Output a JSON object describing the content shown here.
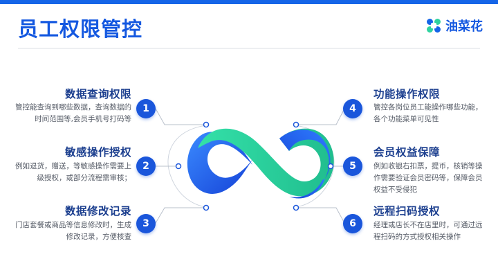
{
  "page": {
    "title": "员工权限管控",
    "brand_name": "油菜花"
  },
  "features": [
    {
      "num": "1",
      "title": "数据查询权限",
      "desc": "管控能查询到哪些数据，查询数据的时间范围等,会员手机号打码等"
    },
    {
      "num": "2",
      "title": "敏感操作授权",
      "desc": "例如退货，赠送，等敏感操作需要上级授权，或部分流程需审核；"
    },
    {
      "num": "3",
      "title": "数据修改记录",
      "desc": "门店套餐或商品等信息修改时，生成修改记录，方便核查"
    },
    {
      "num": "4",
      "title": "功能操作权限",
      "desc": "管控各岗位员工能操作哪些功能，各个功能菜单可见性"
    },
    {
      "num": "5",
      "title": "会员权益保障",
      "desc": "例如收银右扣票，提币，核销等操作需要验证会员密码等，保障会员权益不受侵犯"
    },
    {
      "num": "6",
      "title": "远程扫码授权",
      "desc": "经理或店长不在店里时，可通过远程扫码的方式授权相关操作"
    }
  ],
  "colors": {
    "primary": "#1458e0",
    "number_badge": "#1a56db",
    "heading": "#1c3f8f",
    "body_text": "#555b66",
    "accent_green": "#2fd3a0"
  },
  "icons": {
    "logo": "flower-petals-logo-icon",
    "centerpiece": "infinity-loop-icon"
  }
}
